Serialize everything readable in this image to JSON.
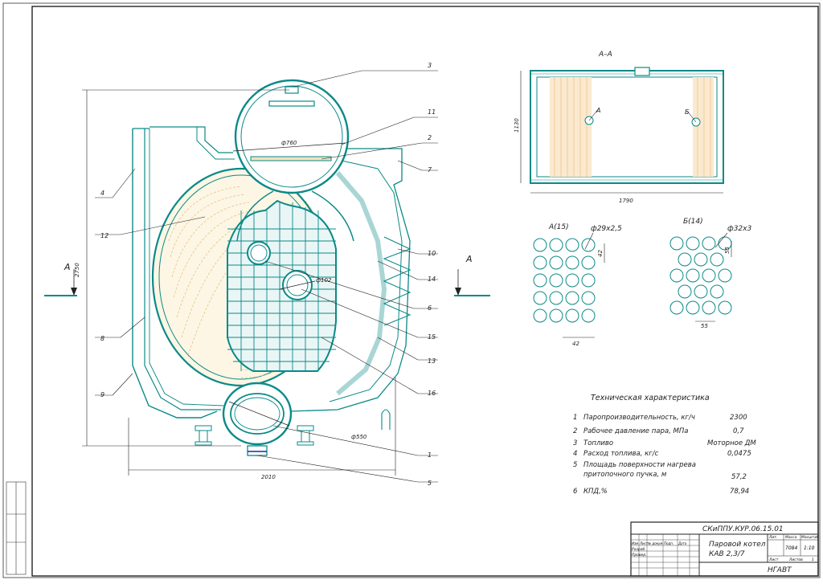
{
  "drawing": {
    "section_main": "A",
    "section_title": "А–А",
    "dims": {
      "height": "2750",
      "width": "2010",
      "drum_top_dia": "ф760",
      "drum_bottom_dia": "ф550",
      "inner_dia": "ф102",
      "aa_height": "1130",
      "aa_length": "1790",
      "pitch_a": "42",
      "pitch_a2": "42",
      "pitch_b": "55",
      "pitch_b2": "55"
    },
    "holes": {
      "a": "А",
      "b": "Б"
    },
    "callouts": [
      "3",
      "11",
      "2",
      "7",
      "4",
      "12",
      "10",
      "14",
      "6",
      "15",
      "13",
      "8",
      "16",
      "9",
      "1",
      "5"
    ],
    "details": [
      {
        "title": "А(15)",
        "pipe": "ф29х2,5"
      },
      {
        "title": "Б(14)",
        "pipe": "ф32х3"
      }
    ]
  },
  "specs": {
    "heading": "Техническая характеристика",
    "rows": [
      {
        "n": "1",
        "name": "Паропроизводительность, кг/ч",
        "value": "2300"
      },
      {
        "n": "2",
        "name": "Рабочее давление пара, МПа",
        "value": "0,7"
      },
      {
        "n": "3",
        "name": "Топливо",
        "value": "Моторное ДМ"
      },
      {
        "n": "4",
        "name": "Расход топлива, кг/с",
        "value": "0,0475"
      },
      {
        "n": "5",
        "name": "Площадь поверхности нагрева",
        "name2": "притопочного пучка, м",
        "value": "57,2"
      },
      {
        "n": "6",
        "name": "КПД,%",
        "value": "78,94"
      }
    ]
  },
  "stamp": {
    "code": "СКиППУ.КУР.06.15.01",
    "name1": "Паровой котел",
    "name2": "КАВ 2,3/7",
    "org": "НГАВТ",
    "col_headers": [
      "Изм",
      "Лист",
      "№ докум.",
      "Подп.",
      "Дата"
    ],
    "roles": [
      "Разраб.",
      "Провер."
    ],
    "lit": "Лит.",
    "mass": "Масса",
    "scale": "Масштаб",
    "mass_val": "7084",
    "scale_val": "1:10",
    "sheet": "Лист",
    "sheets": "Листов",
    "sheets_val": "1"
  }
}
